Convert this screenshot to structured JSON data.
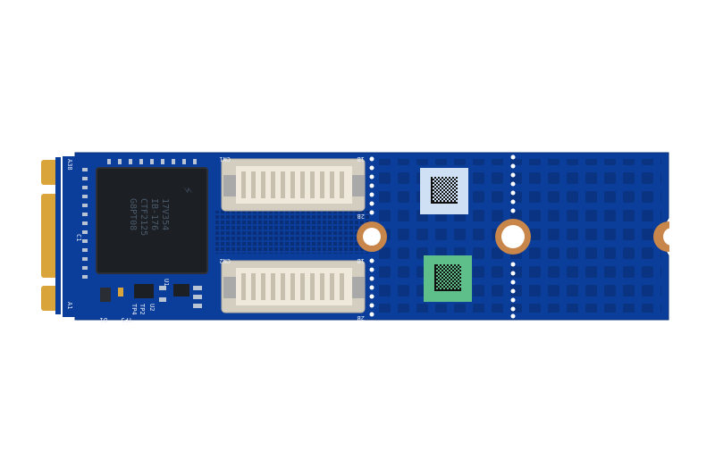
{
  "board": {
    "edge_label_top": "A38",
    "edge_label_bottom": "A1",
    "silk_c1": "C1",
    "silk_d1": "D1",
    "silk_tp5": "TP5",
    "silk_tp4": "TP4",
    "silk_tp2": "TP2",
    "silk_u2": "U2",
    "silk_u1": "U1",
    "silk_cn1": "CN1",
    "silk_cn2": "CN2",
    "silk_2b_top": "2B",
    "silk_1b_top": "1B",
    "silk_2b_bottom": "2B",
    "silk_1b_bottom": "1B",
    "chip_line1": "17V354",
    "chip_line2": "IB-176",
    "chip_line3": "CTF2125",
    "chip_line4": "G8PT08"
  },
  "colors": {
    "pcb": "#0b3d9a",
    "gold": "#d9a43a",
    "chip": "#1c1f24",
    "connector": "#efe9dc",
    "label_blue": "#cfe0f4",
    "label_green": "#5fbf8a"
  }
}
